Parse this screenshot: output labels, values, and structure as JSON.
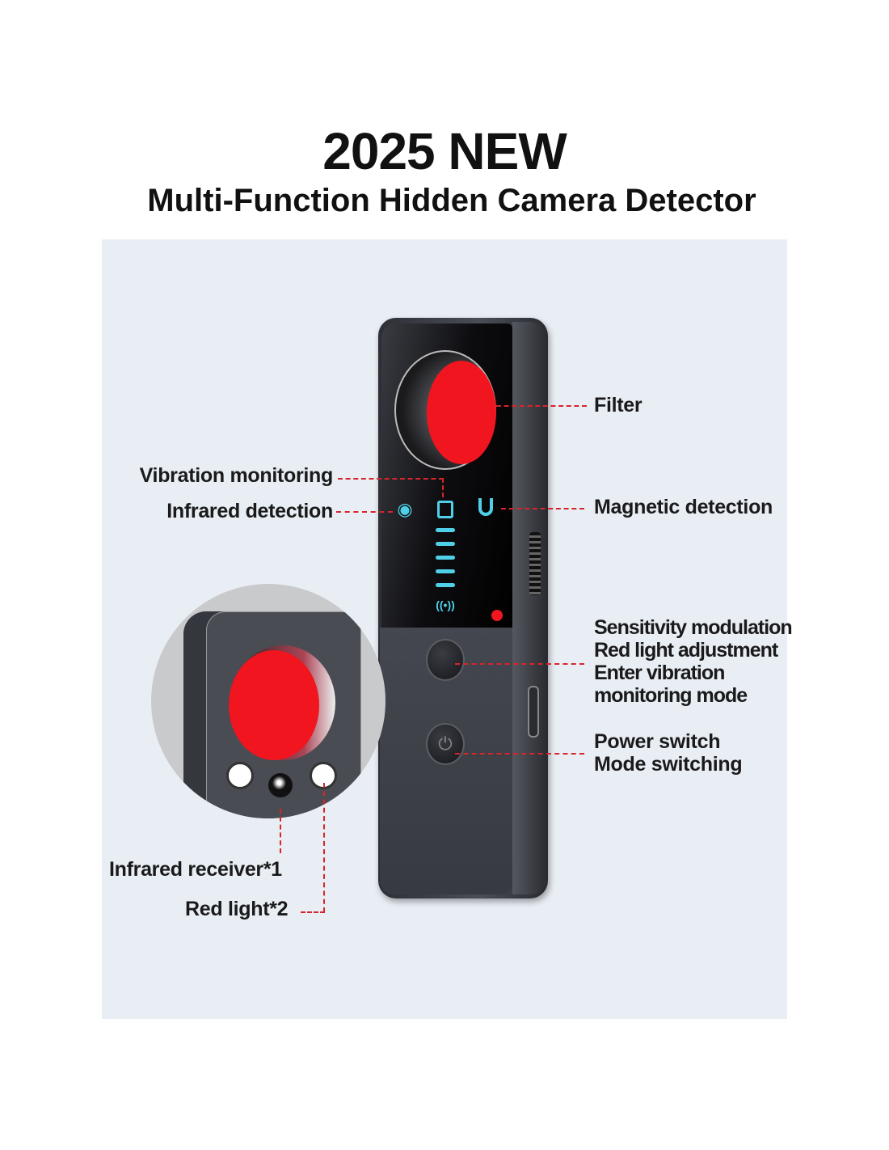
{
  "header": {
    "title": "2025 NEW",
    "subtitle": "Multi-Function Hidden Camera Detector"
  },
  "callouts": {
    "filter": "Filter",
    "vibration": "Vibration monitoring",
    "infrared": "Infrared detection",
    "magnetic": "Magnetic detection",
    "button1": [
      "Sensitivity modulation",
      "Red light adjustment",
      "Enter vibration",
      "monitoring mode"
    ],
    "button2": [
      "Power switch",
      "Mode switching"
    ],
    "receiver": "Infrared receiver*1",
    "redlight": "Red light*2"
  },
  "colors": {
    "accent": "#d6252b",
    "lens": "#f0151e",
    "indicator": "#4fd0e8",
    "panel": "#e9eef5"
  },
  "signal_level_bars": 5
}
